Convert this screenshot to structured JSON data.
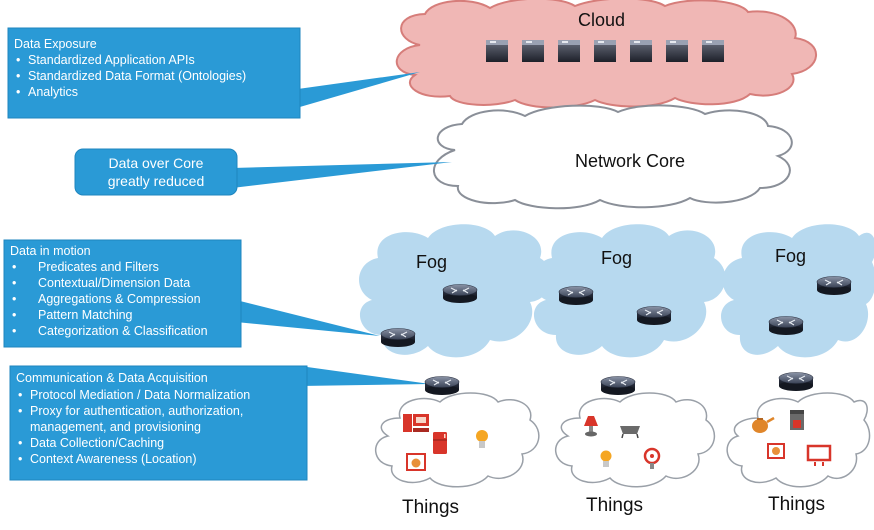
{
  "cloud": {
    "title": "Cloud",
    "server_count": 7,
    "callout": {
      "heading": "Data Exposure",
      "items": [
        "Standardized Application APIs",
        "Standardized Data Format (Ontologies)",
        "Analytics"
      ]
    }
  },
  "core": {
    "title": "Network Core",
    "callout": {
      "line1": "Data over Core",
      "line2": "greatly reduced"
    }
  },
  "fog": {
    "labels": [
      "Fog",
      "Fog",
      "Fog"
    ],
    "callout": {
      "heading": "Data in motion",
      "items": [
        "Predicates and Filters",
        "Contextual/Dimension Data",
        "Aggregations & Compression",
        "Pattern Matching",
        "Categorization & Classification"
      ]
    }
  },
  "things": {
    "labels": [
      "Things",
      "Things",
      "Things"
    ],
    "callout": {
      "heading": "Communication & Data Acquisition",
      "items": [
        "Protocol Mediation / Data Normalization",
        "Proxy for authentication, authorization,",
        "management, and provisioning",
        "Data Collection/Caching",
        "Context Awareness (Location)"
      ]
    }
  },
  "colors": {
    "callout_fill": "#2a9ad6",
    "cloud_fill": "#f0b7b5",
    "fog_fill": "#b7d9ef",
    "router": "#3a4458"
  },
  "icons": [
    "server-icon",
    "router-icon",
    "pc-icon",
    "fridge-icon",
    "lightbulb-icon",
    "washer-icon",
    "lamp-icon",
    "bathtub-icon",
    "fan-icon",
    "kettle-icon",
    "coffee-maker-icon",
    "tv-icon"
  ]
}
